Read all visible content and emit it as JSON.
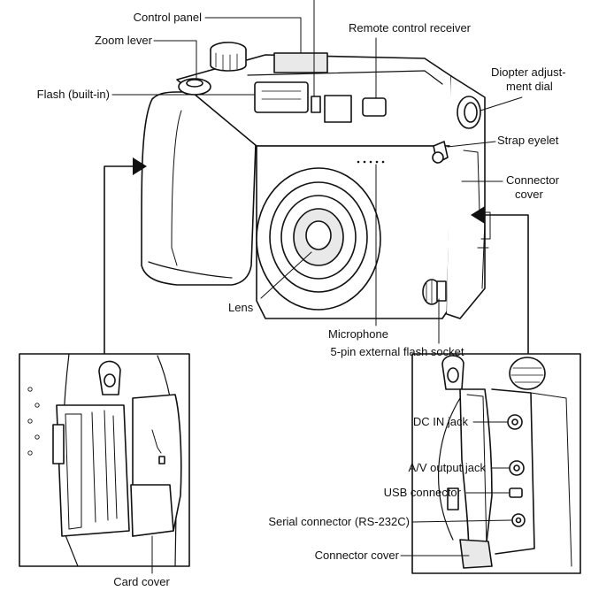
{
  "labels": {
    "control_panel": "Control panel",
    "zoom_lever": "Zoom lever",
    "flash": "Flash (built-in)",
    "remote_receiver": "Remote control receiver",
    "diopter_line1": "Diopter adjust-",
    "diopter_line2": "ment dial",
    "strap_eyelet": "Strap eyelet",
    "connector_cover_top_line1": "Connector",
    "connector_cover_top_line2": "cover",
    "lens": "Lens",
    "microphone": "Microphone",
    "flash_socket": "5-pin external flash socket",
    "dc_in": "DC IN jack",
    "av_out": "A/V output jack",
    "usb": "USB connector",
    "serial": "Serial connector (RS-232C)",
    "connector_cover_bottom": "Connector cover",
    "card_cover": "Card cover"
  },
  "colors": {
    "line": "#111111",
    "background": "#ffffff",
    "shade": "#e9e9e9"
  }
}
